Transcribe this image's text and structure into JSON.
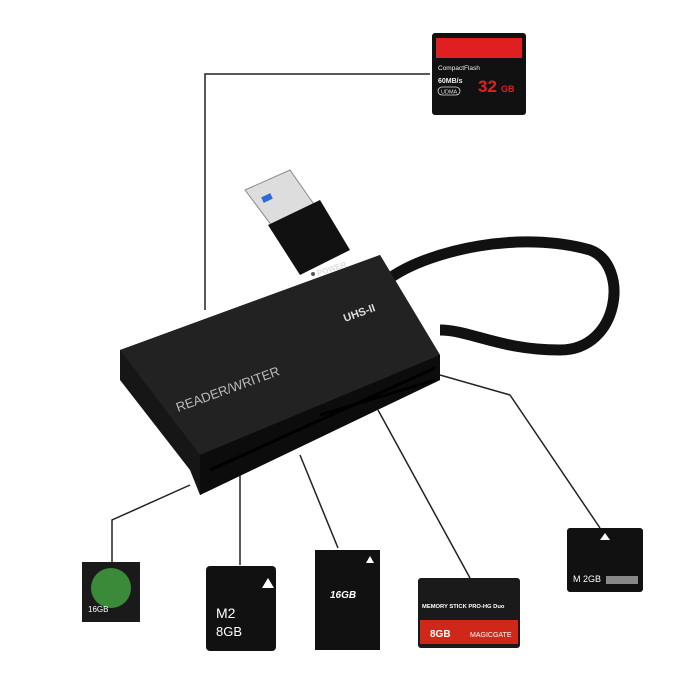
{
  "cf_card": {
    "brand": "CompactFlash",
    "speed": "60MB/s",
    "mode": "UDMA",
    "capacity": "32",
    "unit": "GB",
    "color_red": "#e02020"
  },
  "reader": {
    "power_label": "POWER",
    "model": "READER/WRITER",
    "badge": "UHS-II",
    "body_color": "#1a1a1a"
  },
  "cards": {
    "sd": {
      "capacity": "16GB"
    },
    "m2_a": {
      "line1": "M2",
      "line2": "8GB"
    },
    "micro": {
      "capacity": "16GB"
    },
    "ms_duo": {
      "title": "MEMORY STICK PRO-HG Duo",
      "capacity": "8GB",
      "sub": "MAGICGATE"
    },
    "m2_b": {
      "capacity": "M 2GB"
    }
  }
}
